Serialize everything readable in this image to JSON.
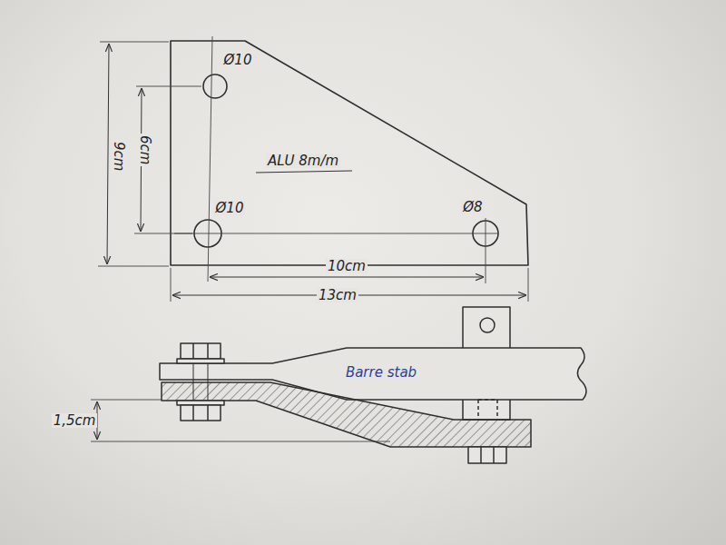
{
  "diagram": {
    "labels": [
      "Ø10",
      "9cm",
      "6cm",
      "ALU 8m/m",
      "Ø10",
      "Ø8",
      "10cm",
      "13cm",
      "Barre stab",
      "1,5cm"
    ]
  }
}
